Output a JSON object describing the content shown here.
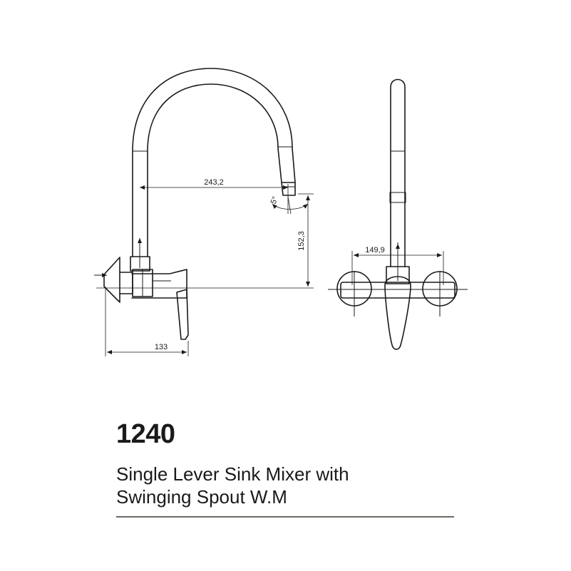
{
  "product": {
    "code": "1240",
    "name_line1": "Single Lever Sink Mixer with",
    "name_line2": "Swinging Spout W.M"
  },
  "dimensions": {
    "spout_reach": "243,2",
    "spout_angle": "5°",
    "spout_height": "152,3",
    "projection": "133",
    "center_distance": "149,9"
  },
  "colors": {
    "line": "#1a1a1a",
    "rule": "#6e6a66"
  }
}
